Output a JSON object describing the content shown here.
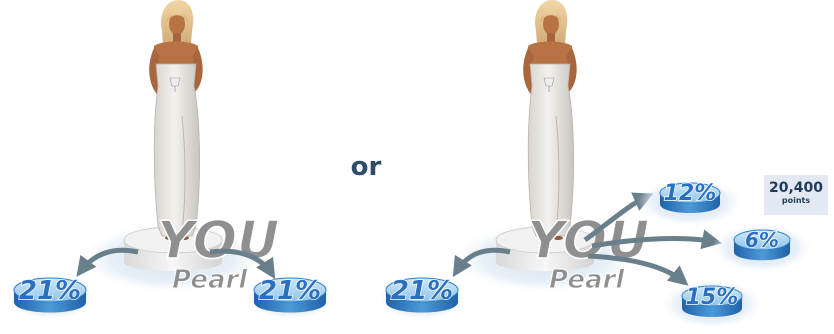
{
  "separator": "or",
  "colors": {
    "disk_top": "#a9d4f2",
    "disk_side": "#2f7fc8",
    "glow": "#dce8f3",
    "arrow": "#6a7f8c",
    "pedestal": "#ebebeb",
    "label_blue": "#2a6fc0",
    "text_grey": "#8f8f8f",
    "points_bg": "#e3e9f2",
    "or_text": "#2f4b6b"
  },
  "scenario_left": {
    "pedestal": {
      "you_label": "YOU",
      "name": "Pearl"
    },
    "shares": [
      {
        "label": "21%"
      },
      {
        "label": "21%"
      }
    ]
  },
  "scenario_right": {
    "pedestal": {
      "you_label": "YOU",
      "name": "Pearl"
    },
    "shares": [
      {
        "label": "21%"
      },
      {
        "label": "12%"
      },
      {
        "label": "6%"
      },
      {
        "label": "15%"
      }
    ],
    "points": {
      "value": "20,400",
      "unit": "points"
    }
  }
}
